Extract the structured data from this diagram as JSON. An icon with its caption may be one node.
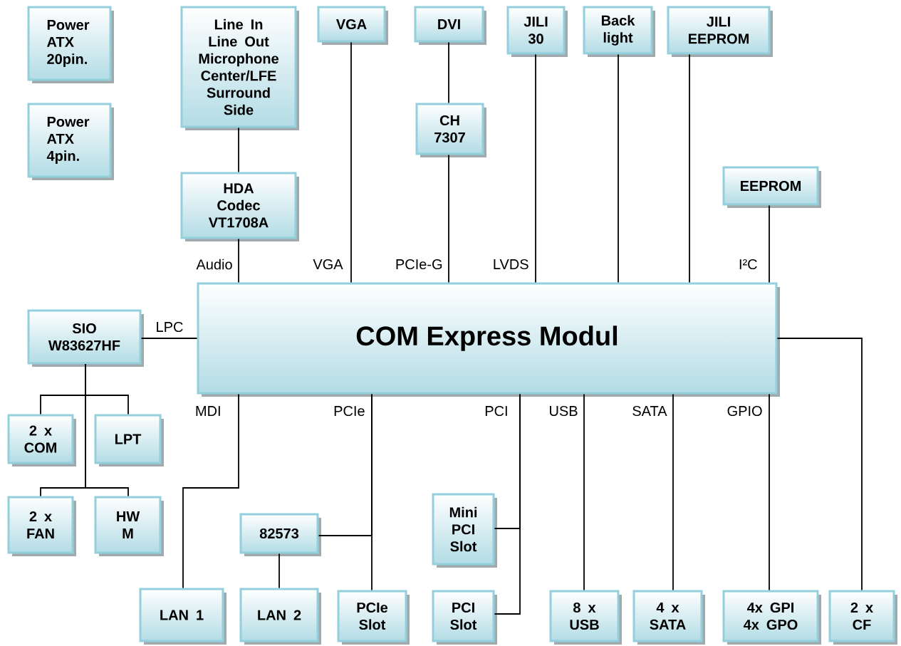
{
  "diagram": {
    "nodes": [
      {
        "text": [
          "Power ATX 20pin."
        ]
      },
      {
        "text": [
          "Power ATX 4pin."
        ]
      },
      {
        "text": [
          "Line In Line Out Microphone Center/LFE Surround Side"
        ]
      },
      {
        "text": [
          "VGA"
        ]
      },
      {
        "text": [
          "DVI"
        ]
      },
      {
        "text": [
          "JILI 30"
        ]
      },
      {
        "text": [
          "Back light"
        ]
      },
      {
        "text": [
          "JILI EEPROM"
        ]
      },
      {
        "text": [
          "CH 7307"
        ]
      },
      {
        "text": [
          "HDA Codec VT1708A"
        ]
      },
      {
        "text": [
          "EEPROM"
        ]
      },
      {
        "text": [
          "COM Express Modul"
        ]
      },
      {
        "text": [
          "SIO W83627HF"
        ]
      },
      {
        "text": [
          "2 x COM"
        ]
      },
      {
        "text": [
          "LPT"
        ]
      },
      {
        "text": [
          "2 x FAN"
        ]
      },
      {
        "text": [
          "HW M"
        ]
      },
      {
        "text": [
          "Mini PCI Slot"
        ]
      },
      {
        "text": [
          "82573"
        ]
      },
      {
        "text": [
          "LAN 1"
        ]
      },
      {
        "text": [
          "LAN 2"
        ]
      },
      {
        "text": [
          "PCIe Slot"
        ]
      },
      {
        "text": [
          "PCI Slot"
        ]
      },
      {
        "text": [
          "8 x USB"
        ]
      },
      {
        "text": [
          "4 x SATA"
        ]
      },
      {
        "text": [
          "4x GPI 4x GPO"
        ]
      },
      {
        "text": [
          "2 x CF"
        ]
      }
    ],
    "edges": [
      {
        "from": 2,
        "to": 9,
        "arrow": "none"
      },
      {
        "from": 9,
        "to": 11,
        "arrow": "none",
        "label": "Audio"
      },
      {
        "from": 3,
        "to": 11,
        "arrow": "none",
        "label": "VGA"
      },
      {
        "from": 4,
        "to": 8,
        "arrow": "none"
      },
      {
        "from": 8,
        "to": 11,
        "arrow": "none",
        "label": "PCIe-G"
      },
      {
        "from": 5,
        "to": 11,
        "arrow": "none",
        "label": "LVDS"
      },
      {
        "from": 6,
        "to": 11,
        "arrow": "none"
      },
      {
        "from": 7,
        "to": 11,
        "arrow": "none"
      },
      {
        "from": 10,
        "to": 11,
        "arrow": "none",
        "label": "I²C"
      },
      {
        "from": 12,
        "to": 11,
        "arrow": "none",
        "label": "LPC"
      },
      {
        "from": 12,
        "to": 13,
        "arrow": "none"
      },
      {
        "from": 12,
        "to": 14,
        "arrow": "none"
      },
      {
        "from": 12,
        "to": 15,
        "arrow": "none"
      },
      {
        "from": 12,
        "to": 16,
        "arrow": "none"
      },
      {
        "from": 11,
        "to": 19,
        "arrow": "none",
        "label": "MDI"
      },
      {
        "from": 11,
        "to": 21,
        "arrow": "none",
        "label": "PCIe"
      },
      {
        "from": 11,
        "to": 18,
        "arrow": "none"
      },
      {
        "from": 18,
        "to": 20,
        "arrow": "none"
      },
      {
        "from": 11,
        "to": 17,
        "arrow": "none",
        "label": "PCI"
      },
      {
        "from": 11,
        "to": 22,
        "arrow": "none"
      },
      {
        "from": 11,
        "to": 23,
        "arrow": "none",
        "label": "USB"
      },
      {
        "from": 11,
        "to": 24,
        "arrow": "none",
        "label": "SATA"
      },
      {
        "from": 11,
        "to": 25,
        "arrow": "none",
        "label": "GPIO"
      },
      {
        "from": 11,
        "to": 26,
        "arrow": "none"
      }
    ]
  }
}
